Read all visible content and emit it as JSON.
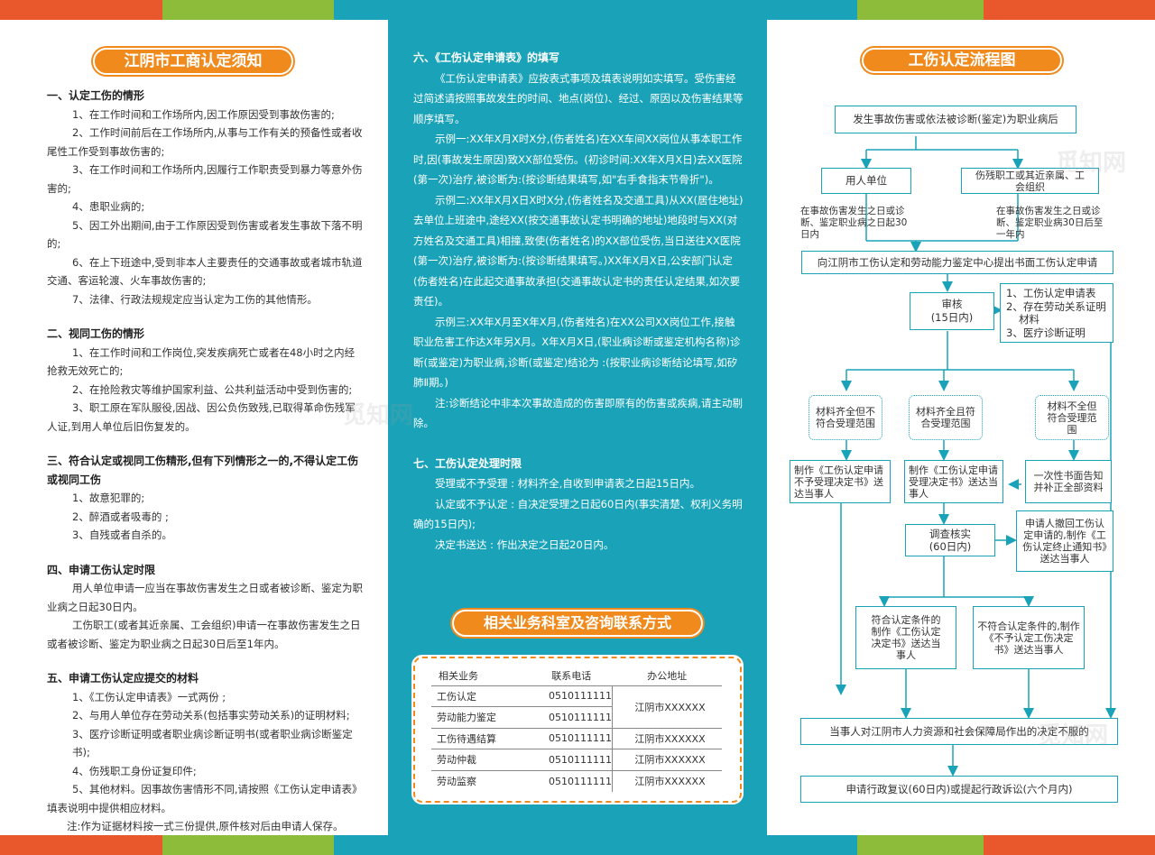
{
  "colors": {
    "orange": "#f08a1c",
    "teal": "#1aa3b8",
    "green": "#8cbc3a",
    "red": "#e8582c"
  },
  "watermark": "觅知网",
  "left": {
    "title": "江阴市工商认定须知",
    "sec1": {
      "heading": "一、认定工伤的情形",
      "items": [
        "1、在工作时间和工作场所内,因工作原因受到事故伤害的;",
        "2、工作时间前后在工作场所内,从事与工作有关的预备性或者收尾性工作受到事故伤害的;",
        "3、在工作时间和工作场所内,因履行工作职责受到暴力等意外伤害的;",
        "4、患职业病的;",
        "5、因工外出期间,由于工作原因受到伤害或者发生事故下落不明的;",
        "6、在上下班途中,受到非本人主要责任的交通事故或者城市轨道交通、客运轮渡、火车事故伤害的;",
        "7、法律、行政法规规定应当认定为工伤的其他情形。"
      ]
    },
    "sec2": {
      "heading": "二、视同工伤的情形",
      "items": [
        "1、在工作时间和工作岗位,突发疾病死亡或者在48小时之内经抢救无效死亡的;",
        "2、在抢险救灾等维护国家利益、公共利益活动中受到伤害的;",
        "3、职工原在军队服役,因战、因公负伤致残,已取得革命伤残军人证,到用人单位后旧伤复发的。"
      ]
    },
    "sec3": {
      "heading": "三、符合认定或视同工伤精形,但有下列情形之一的,不得认定工伤或视同工伤",
      "items": [
        "1、故意犯罪的;",
        "2、醉酒或者吸毒的 ;",
        "3、自残或者自杀的。"
      ]
    },
    "sec4": {
      "heading": "四、申请工伤认定时限",
      "items": [
        "用人单位申请一应当在事故伤害发生之日或者被诊断、鉴定为职业病之日起30日内。",
        "工伤职工(或者其近亲属、工会组织)申请一在事故伤害发生之日或者被诊断、鉴定为职业病之日起30日后至1年内。"
      ]
    },
    "sec5": {
      "heading": "五、申请工伤认定应提交的材料",
      "items": [
        "1、《工伤认定申请表》一式两份 ;",
        "2、与用人单位存在劳动关系(包括事实劳动关系)的证明材料;",
        "3、医疗诊断证明或者职业病诊断证明书(或者职业病诊断鉴定书);",
        "4、伤残职工身份证复印件;",
        "5、其他材料。因事故伤害情形不同,请按照《工伤认定申请表》填表说明中提供相应材料。",
        "注:作为证据材料按一式三份提供,原件核对后由申请人保存。"
      ]
    }
  },
  "middle": {
    "sec6": {
      "heading": "六、《工伤认定申请表》的填写",
      "paras": [
        "《工伤认定申请表》应按表式事项及填表说明如实填写。受伤害经过简述请按照事故发生的时间、地点(岗位)、经过、原因以及伤害结果等顺序填写。",
        "示例一:XX年X月X时X分,(伤者姓名)在XX车间XX岗位从事本职工作时,因(事故发生原因)致XX部位受伤。(初诊时间:XX年X月X日)去XX医院(第一次)治疗,被诊断为:(按诊断结果填写,如\"右手食指末节骨折\")。",
        "示例二:XX年X月X日X时X分,(伤者姓名及交通工具)从XX(居住地址)去单位上班途中,途经XX(按交通事故认定书明确的地址)地段时与XX(对方姓名及交通工具)相撞,致使(伤者姓名)的XX部位受伤,当日送往XX医院(第一次)治疗,被诊断为:(按诊断结果填写。)XX年X月X日,公安部门认定(伤者姓名)在此起交通事故承担(交通事故认定书的责任认定结果,如次要责任)。",
        "示例三:XX年X月至X年X月,(伤者姓名)在XX公司XX岗位工作,接触职业危害工作达X年另X月。X年X月X日,(职业病诊断或鉴定机构名称)诊断(或鉴定)为职业病,诊断(或鉴定)结论为 :(按职业病诊断结论填写,如矽肺Ⅱ期。)",
        "注:诊断结论中非本次事故造成的伤害即原有的伤害或疾病,请主动剔除。"
      ]
    },
    "sec7": {
      "heading": "七、工伤认定处理时限",
      "items": [
        "受理或不予受理 : 材料齐全,自收到申请表之日起15日内。",
        "认定或不予认定 : 自决定受理之日起60日内(事实清楚、权利义务明确的15日内);",
        "决定书送达 : 作出决定之日起20日内。"
      ]
    },
    "contact_title": "相关业务科室及咨询联系方式",
    "table": {
      "headers": [
        "相关业务",
        "联系电话",
        "办公地址"
      ],
      "rows": [
        {
          "biz": "工伤认定",
          "phone": "0510111111"
        },
        {
          "biz": "劳动能力鉴定",
          "phone": "0510111111"
        },
        {
          "biz": "工伤待遇结算",
          "phone": "0510111111",
          "addr": "江阴市XXXXXX"
        },
        {
          "biz": "劳动仲裁",
          "phone": "0510111111",
          "addr": "江阴市XXXXXX"
        },
        {
          "biz": "劳动监察",
          "phone": "0510111111",
          "addr": "江阴市XXXXXX"
        }
      ],
      "merged_addr": "江阴市XXXXXX"
    }
  },
  "right": {
    "title": "工伤认定流程图",
    "start": "发生事故伤害或依法被诊断(鉴定)为职业病后",
    "employer": "用人单位",
    "worker": "伤残职工或其近亲属、工会组织",
    "employer_note": "在事故伤害发生之日或诊断、鉴定职业病之日起30日内",
    "worker_note": "在事故伤害发生之日或诊断、鉴定职业病30日后至一年内",
    "apply": "向江阴市工伤认定和劳动能力鉴定中心提出书面工伤认定申请",
    "review": "审核",
    "review_days": "(15日内)",
    "materials": [
      "1、工伤认定申请表",
      "2、存在劳动关系证明材料",
      "3、医疗诊断证明"
    ],
    "cond_a": "材料齐全但不符合受理范围",
    "cond_b": "材料齐全且符合受理范围",
    "cond_c": "材料不全但符合受理范围",
    "act_a": "制作《工伤认定申请不予受理决定书》送达当事人",
    "act_b": "制作《工伤认定申请受理决定书》送达当事人",
    "act_c": "一次性书面告知并补正全部资料",
    "investigate": "调查核实",
    "investigate_days": "(60日内)",
    "withdraw": "申请人撤回工伤认定申请的,制作《工伤认定终止通知书》送达当事人",
    "accept": "符合认定条件的制作《工伤认定决定书》送达当事人",
    "reject": "不符合认定条件的,制作《不予认定工伤决定书》送达当事人",
    "dissatisfied": "当事人对江阴市人力资源和社会保障局作出的决定不服的",
    "final": "申请行政复议(60日内)或提起行政诉讼(六个月内)"
  }
}
